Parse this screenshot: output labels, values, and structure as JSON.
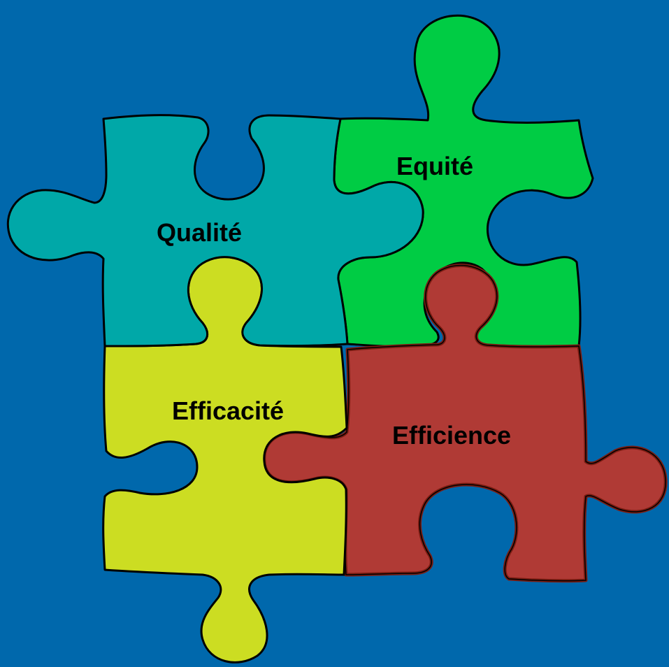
{
  "background_color": "#0068ac",
  "pieces": [
    {
      "id": "qualite",
      "label": "Qualité",
      "color": "#00a8a8"
    },
    {
      "id": "equite",
      "label": "Equité",
      "color": "#00cc44"
    },
    {
      "id": "efficacite",
      "label": "Efficacité",
      "color": "#ccdd22"
    },
    {
      "id": "efficience",
      "label": "Efficience",
      "color": "#b03a35"
    }
  ]
}
